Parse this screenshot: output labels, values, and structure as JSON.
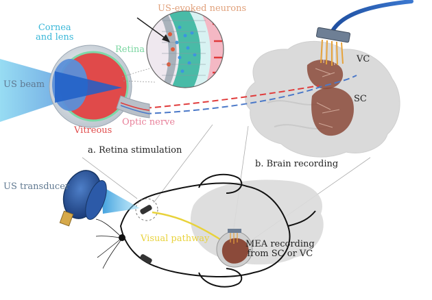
{
  "labels": {
    "us_evoked_neurons": "US-evoked neurons",
    "cornea_line1": "Cornea",
    "cornea_line2": "and lens",
    "retina": "Retina",
    "us_beam": "US beam",
    "vitreous": "Vitreous",
    "optic_nerve": "Optic nerve",
    "retina_stimulation": "a. Retina stimulation",
    "vc": "VC",
    "sc": "SC",
    "brain_recording": "b. Brain recording",
    "us_transducer": "US transducer",
    "visual_pathway": "Visual pathway",
    "mea_line1": "MEA recording",
    "mea_line2": "from SC or VC"
  },
  "colors": {
    "cornea": "#39b7d8",
    "retina": "#79d6a0",
    "vitreous": "#e04a4a",
    "optic_nerve": "#e8809a",
    "us_evoked_neurons": "#e0a07a",
    "visual_pathway": "#e8d23a",
    "brain": "#d9d9d9",
    "brain_region": "#8b4a3a",
    "nerve_red": "#e03a3a",
    "nerve_blue": "#4a78c8"
  }
}
